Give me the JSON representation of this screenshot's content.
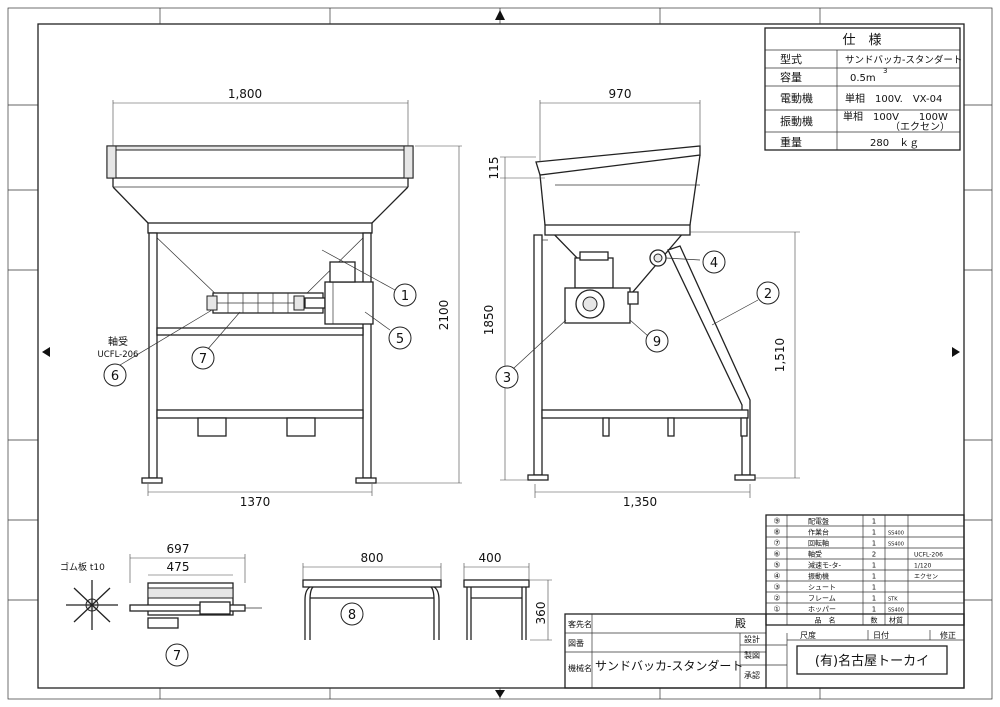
{
  "spec": {
    "title": "仕　様",
    "rows": [
      {
        "label": "型式",
        "value": "サンドバッカ-スタンダート"
      },
      {
        "label": "容量",
        "value": "0.5m",
        "sup": "3"
      },
      {
        "label": "電動機",
        "value": "単相　100V.　VX-04"
      },
      {
        "label": "振動機",
        "value": "単相　100V　　100W",
        "value2": "（エクセン）"
      },
      {
        "label": "重量",
        "value": "280　ｋｇ"
      }
    ]
  },
  "dimensions": {
    "front_width": "1,800",
    "front_height": "2100",
    "front_base": "1370",
    "side_width": "970",
    "side_top": "115",
    "side_height": "1850",
    "side_leg": "1,510",
    "side_base": "1,350",
    "part7_total": "697",
    "part7_inner": "475",
    "part7_note": "ゴム板 t10",
    "part8_width": "800",
    "part8_depth": "400",
    "part8_height": "360"
  },
  "labels": {
    "bearing": "軸受",
    "bearing_model": "UCFL-206"
  },
  "callouts": [
    "1",
    "2",
    "3",
    "4",
    "5",
    "6",
    "7",
    "8",
    "9"
  ],
  "parts": [
    {
      "no": "⑨",
      "name": "配電盤",
      "qty": "1",
      "mat": "",
      "note": ""
    },
    {
      "no": "⑧",
      "name": "作業台",
      "qty": "1",
      "mat": "SS400",
      "note": ""
    },
    {
      "no": "⑦",
      "name": "回転軸",
      "qty": "1",
      "mat": "SS400",
      "note": ""
    },
    {
      "no": "⑥",
      "name": "軸受",
      "qty": "2",
      "mat": "",
      "note": "UCFL-206"
    },
    {
      "no": "⑤",
      "name": "減速モ-タ-",
      "qty": "1",
      "mat": "",
      "note": "1/120"
    },
    {
      "no": "④",
      "name": "振動機",
      "qty": "1",
      "mat": "",
      "note": "エクセン"
    },
    {
      "no": "③",
      "name": "シュート",
      "qty": "1",
      "mat": "",
      "note": ""
    },
    {
      "no": "②",
      "name": "フレーム",
      "qty": "1",
      "mat": "STK",
      "note": ""
    },
    {
      "no": "①",
      "name": "ホッパー",
      "qty": "1",
      "mat": "SS400",
      "note": ""
    }
  ],
  "parts_header": {
    "name": "品　名",
    "qty": "数",
    "mat": "材質"
  },
  "title_block": {
    "recipient_label": "客先名",
    "recipient_suffix": "殿",
    "drawing_no_label": "図番",
    "machine_label": "機械名",
    "machine_name": "サンドバッカ-スタンダート",
    "design": "設計",
    "drafting": "製図",
    "approval": "承認",
    "scale": "尺度",
    "date": "日付",
    "revision": "修正",
    "company": "(有)名古屋トーカイ"
  }
}
